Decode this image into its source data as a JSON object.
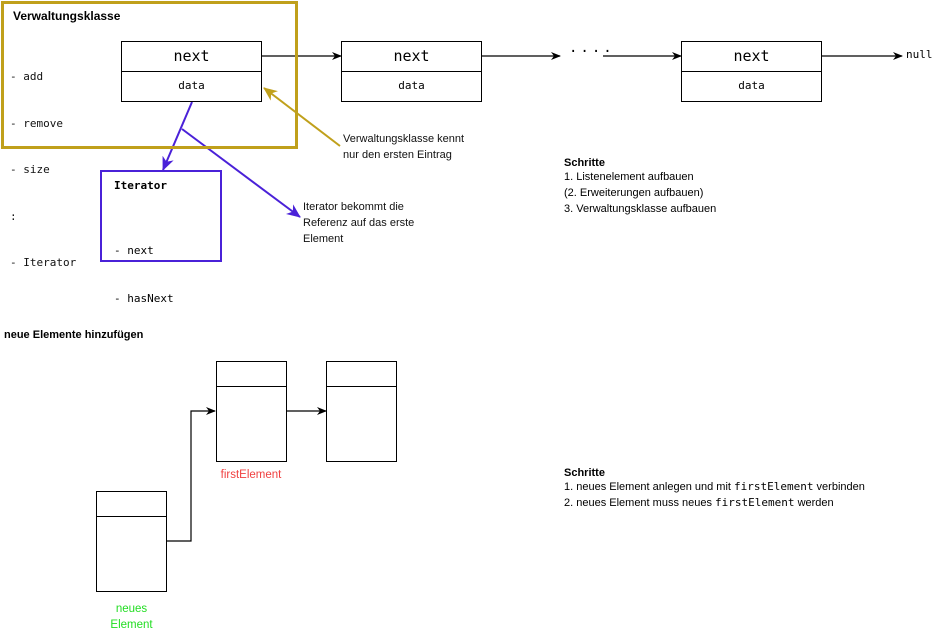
{
  "manager_class": {
    "title": "Verwaltungsklasse",
    "methods": [
      "- add",
      "- remove",
      "- size",
      ":",
      "- Iterator"
    ]
  },
  "list_nodes": [
    {
      "top_label": "next",
      "bottom_label": "data"
    },
    {
      "top_label": "next",
      "bottom_label": "data"
    },
    {
      "top_label": "next",
      "bottom_label": "data"
    }
  ],
  "ellipsis": "····",
  "null_label": "null",
  "iterator": {
    "title": "Iterator",
    "methods": [
      "- next",
      "- hasNext"
    ]
  },
  "notes": {
    "manager_note": [
      "Verwaltungsklasse kennt",
      "nur den ersten Eintrag"
    ],
    "iterator_note": [
      "Iterator bekommt die",
      "Referenz auf das erste",
      "Element"
    ]
  },
  "steps_top": {
    "title": "Schritte",
    "items": [
      "1. Listenelement aufbauen",
      "(2. Erweiterungen aufbauen)",
      "3. Verwaltungsklasse aufbauen"
    ]
  },
  "section_add": {
    "title": "neue Elemente hinzufügen",
    "first_element_label": "firstElement",
    "new_element_label": [
      "neues",
      "Element"
    ]
  },
  "steps_bottom": {
    "title": "Schritte",
    "items": [
      {
        "prefix": "1. neues Element anlegen und mit ",
        "code": "firstElement",
        "suffix": " verbinden"
      },
      {
        "prefix": "2. neues Element muss neues ",
        "code": "firstElement",
        "suffix": " werden"
      }
    ]
  },
  "colors": {
    "manager_border": "#C0A01B",
    "iterator_border": "#4A21D8",
    "first_element_label": "#F04040",
    "new_element_label": "#22DD22"
  }
}
